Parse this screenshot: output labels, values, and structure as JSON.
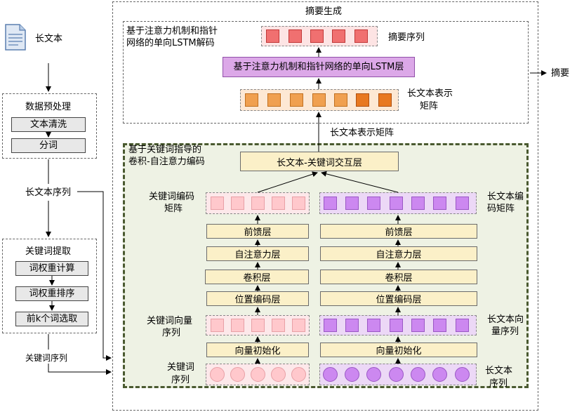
{
  "left": {
    "doc_label": "长文本",
    "preprocess": {
      "title": "数据预处理",
      "steps": [
        "文本清洗",
        "分词"
      ]
    },
    "seq_label": "长文本序列",
    "keyword": {
      "title": "关键词提取",
      "steps": [
        "词权重计算",
        "词权重排序",
        "前k个词选取"
      ]
    },
    "kw_seq_label": "关键词序列"
  },
  "summary": {
    "title": "摘要生成",
    "decoder_label_line1": "基于注意力机制和指针",
    "decoder_label_line2": "网络的单向LSTM解码",
    "seq_label": "摘要序列",
    "lstm_layer": "基于注意力机制和指针网络的单向LSTM层",
    "matrix_label_line1": "长文本表示",
    "matrix_label_line2": "矩阵",
    "output_label": "摘要",
    "repr_matrix_label": "长文本表示矩阵"
  },
  "encoder": {
    "title_line1": "基于关键词指导的",
    "title_line2": "卷积-自注意力编码",
    "interaction": "长文本-关键词交互层",
    "kw_matrix_line1": "关键词编码",
    "kw_matrix_line2": "矩阵",
    "txt_matrix_line1": "长文本编",
    "txt_matrix_line2": "码矩阵",
    "layers": [
      "前馈层",
      "自注意力层",
      "卷积层",
      "位置编码层"
    ],
    "kw_vec_line1": "关键词向量",
    "kw_vec_line2": "序列",
    "txt_vec_line1": "长文本向",
    "txt_vec_line2": "量序列",
    "init": "向量初始化",
    "kw_seq_line1": "关键词",
    "kw_seq_line2": "序列",
    "txt_seq_line1": "长文本",
    "txt_seq_line2": "序列"
  },
  "colors": {
    "summary_red": "#f07070",
    "repr_orange": "#f0a050",
    "repr_dark_orange": "#e87820",
    "lstm_purple": "#dca8e8",
    "kw_pink": "#ffc8cc",
    "txt_violet": "#cc88f0",
    "layer_yellow": "#fbf0c8",
    "encoder_green": "#eef2e4",
    "encoder_border": "#4a5a30"
  }
}
